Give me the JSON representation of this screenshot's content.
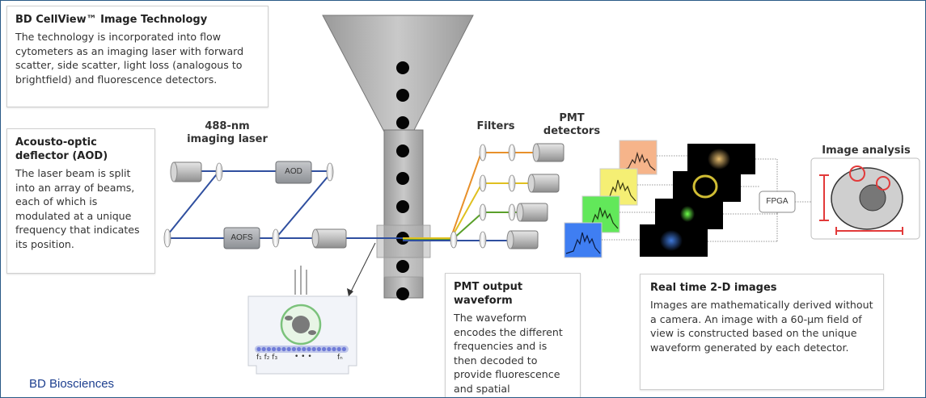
{
  "tech_box": {
    "title": "BD CellView™ Image Technology",
    "body": "The technology is incorporated into flow cytometers as an imaging laser with forward scatter, side scatter, light loss (analogous to brightfield) and fluorescence detectors."
  },
  "aod_box": {
    "title": "Acousto-optic deflector (AOD)",
    "body": "The laser beam is split into an array of beams, each of which is modulated at a unique frequency that indicates its position."
  },
  "labels": {
    "laser": "488-nm imaging laser",
    "filters": "Filters",
    "pmt": "PMT detectors",
    "image_analysis": "Image analysis",
    "aod_tag": "AOD",
    "aofs_tag": "AOFS",
    "fpga_tag": "FPGA",
    "freq_left": "f₁ f₂ f₃",
    "freq_dots": "• • •",
    "freq_right": "fₙ"
  },
  "pmt_box": {
    "title": "PMT output waveform",
    "body": "The waveform encodes the different frequencies and is then decoded to provide fluorescence and spatial information."
  },
  "realtime_box": {
    "title": "Real time 2-D images",
    "body": "Images are mathematically derived without a camera. An image with a 60-μm field of view is constructed based on the unique waveform generated by each detector."
  },
  "footer": "BD Biosciences",
  "colors": {
    "beam": "#2f4f9f",
    "orange": "#e8902a",
    "yellow": "#e0c020",
    "green": "#5aa02a",
    "blue": "#2f4f9f",
    "frame": "#2a5a86",
    "red_marks": "#e23a3a"
  }
}
